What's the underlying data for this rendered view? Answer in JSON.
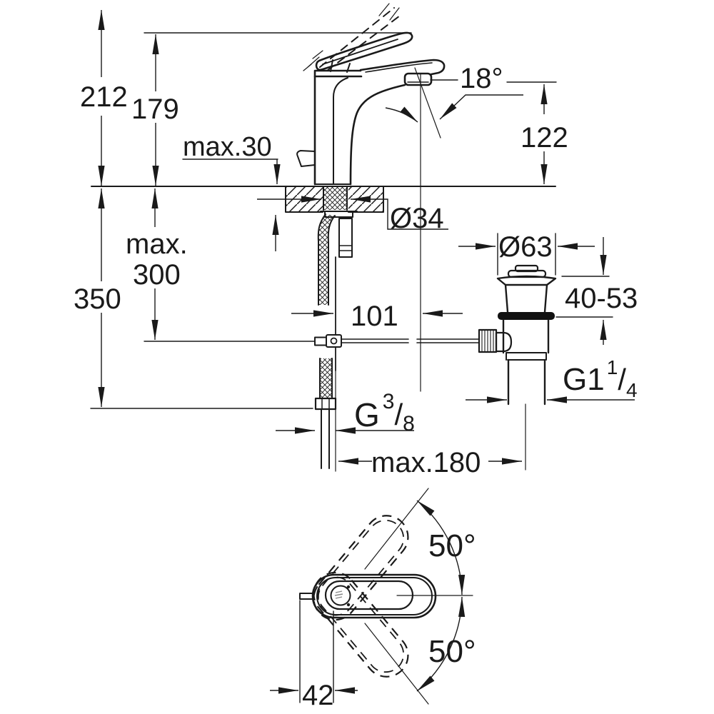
{
  "drawing": {
    "type": "installation-dimension-drawing",
    "subject": "single-lever basin mixer with pop-up waste"
  },
  "dimensions": {
    "overall_height": "212",
    "height_to_spout": "179",
    "deck_thickness_max": "max.30",
    "spout_angle": "18°",
    "spout_outlet_height": "122",
    "mounting_hole_diameter": "Ø34",
    "hose_drop_max_line1": "max.",
    "hose_drop_max_line2": "300",
    "hose_length": "350",
    "spout_reach": "101",
    "waste_flange_diameter": "Ø63",
    "waste_height_range": "40-53",
    "waste_thread_base": "G1",
    "waste_thread_numerator": "1",
    "waste_thread_slash": "/",
    "waste_thread_denominator": "4",
    "supply_thread_base": "G",
    "supply_thread_numerator": "3",
    "supply_thread_slash": "/",
    "supply_thread_denominator": "8",
    "rod_offset_max": "max.180",
    "handle_swing_upper": "50°",
    "handle_swing_lower": "50°",
    "handle_pivot_offset": "42"
  },
  "colors": {
    "ink": "#1a1a1a",
    "background": "#ffffff"
  }
}
